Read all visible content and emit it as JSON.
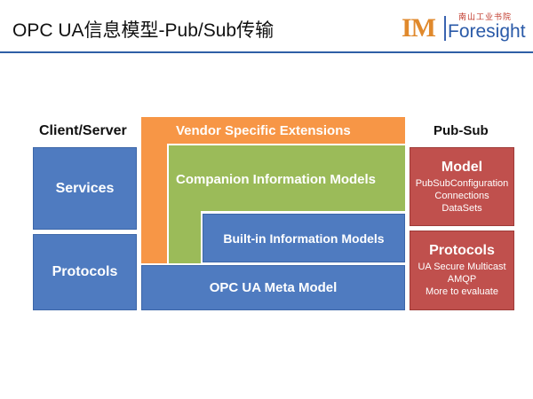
{
  "header": {
    "title": "OPC UA信息模型-Pub/Sub传输"
  },
  "logo": {
    "im": "IM",
    "foresight": "Foresight",
    "cn": "南山工业书院"
  },
  "diagram": {
    "client_server": {
      "heading": "Client/Server",
      "services": "Services",
      "protocols": "Protocols"
    },
    "center": {
      "vendor": "Vendor Specific Extensions",
      "companion": "Companion Information Models",
      "builtin": "Built-in Information Models",
      "meta": "OPC UA Meta Model"
    },
    "pub_sub": {
      "heading": "Pub-Sub",
      "model": {
        "title": "Model",
        "items": [
          "PubSubConfiguration",
          "Connections",
          "DataSets"
        ]
      },
      "protocols": {
        "title": "Protocols",
        "items": [
          "UA Secure Multicast",
          "AMQP",
          "More to evaluate"
        ]
      }
    },
    "colors": {
      "blue": "#4f7bc0",
      "orange": "#f79646",
      "green": "#9bbb59",
      "red": "#c0504d",
      "header_line": "#2f5fa6"
    }
  }
}
